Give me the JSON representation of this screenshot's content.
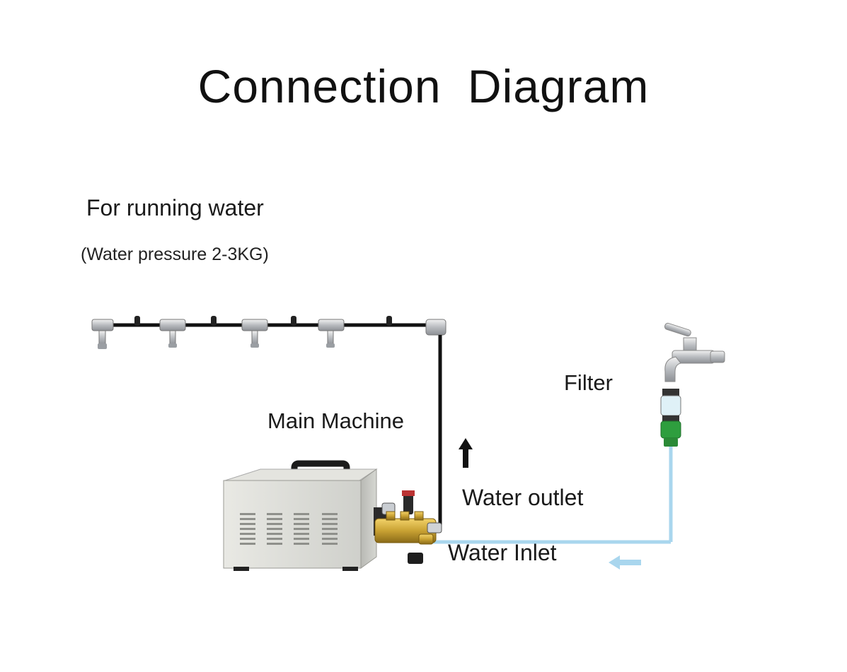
{
  "title": "Connection  Diagram",
  "mode": {
    "heading": "For running water",
    "pressure_note": "(Water pressure 2-3KG)"
  },
  "labels": {
    "filter": "Filter",
    "main_machine": "Main Machine",
    "water_outlet": "Water outlet",
    "water_inlet": "Water Inlet"
  },
  "colors": {
    "outlet_line": "#111111",
    "inlet_line": "#a9d6ee",
    "inlet_arrow": "#a9d6ee",
    "machine_body": "#dcdcd6",
    "brass": "#c9a233",
    "green_connector": "#2e9e3e"
  }
}
